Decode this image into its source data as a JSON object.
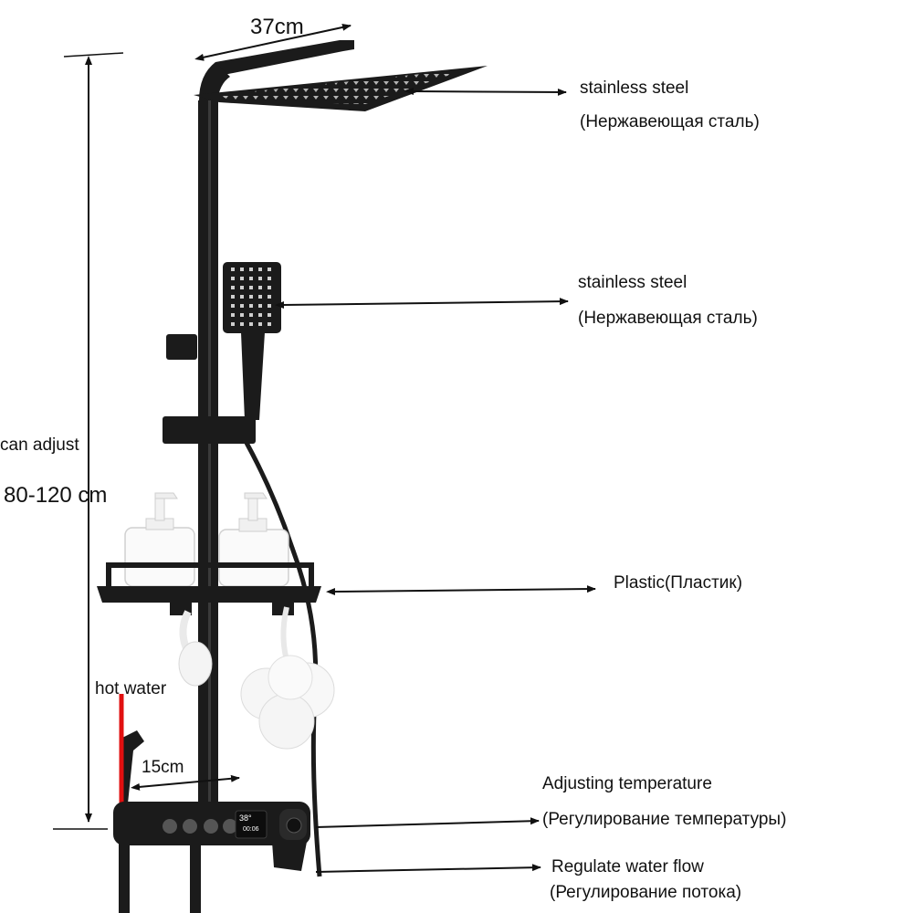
{
  "dimensions": {
    "width_label": "37cm",
    "height_caption": "can adjust",
    "height_range": "80-120 cm",
    "spout_spacing": "15cm"
  },
  "callouts": {
    "rain_shower": {
      "en": "stainless steel",
      "ru": "(Нержавеющая сталь)"
    },
    "hand_shower": {
      "en": "stainless steel",
      "ru": "(Нержавеющая сталь)"
    },
    "shelf": {
      "text": "Plastic(Пластик)"
    },
    "hot_water": {
      "text": "hot water"
    },
    "temperature": {
      "en": "Adjusting temperature",
      "ru": "(Регулирование температуры)"
    },
    "flow": {
      "en": "Regulate water flow",
      "ru": "(Регулирование потока)"
    }
  },
  "display": {
    "temperature": "38°",
    "time": "00:06"
  },
  "colors": {
    "product": "#1b1b1b",
    "hot_water_line": "#e11010",
    "text": "#111111"
  }
}
